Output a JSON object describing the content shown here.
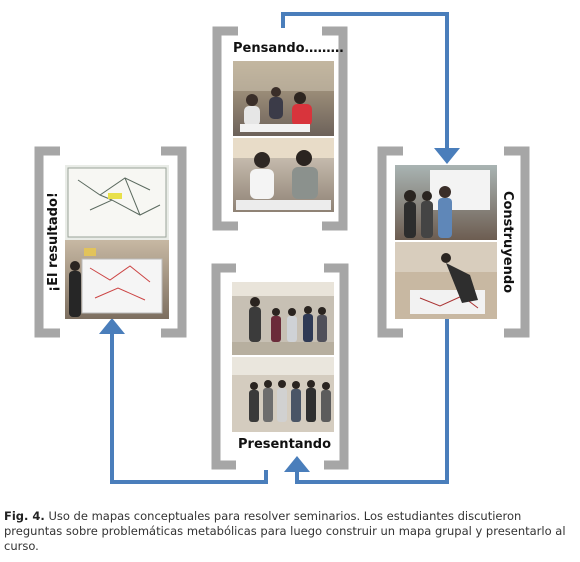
{
  "stages": {
    "thinking": "Pensando………",
    "building": "Construyendo",
    "presenting": "Presentando",
    "result": "¡El resultado!"
  },
  "figure": {
    "label": "Fig. 4.",
    "text": "Uso de mapas conceptuales para resolver seminarios. Los estudiantes discutieron preguntas sobre problemáticas metabólicas para luego construir un mapa grupal y presentarlo al curso."
  },
  "colors": {
    "arrow": "#4a7ebb",
    "bracket": "#a6a6a6"
  }
}
